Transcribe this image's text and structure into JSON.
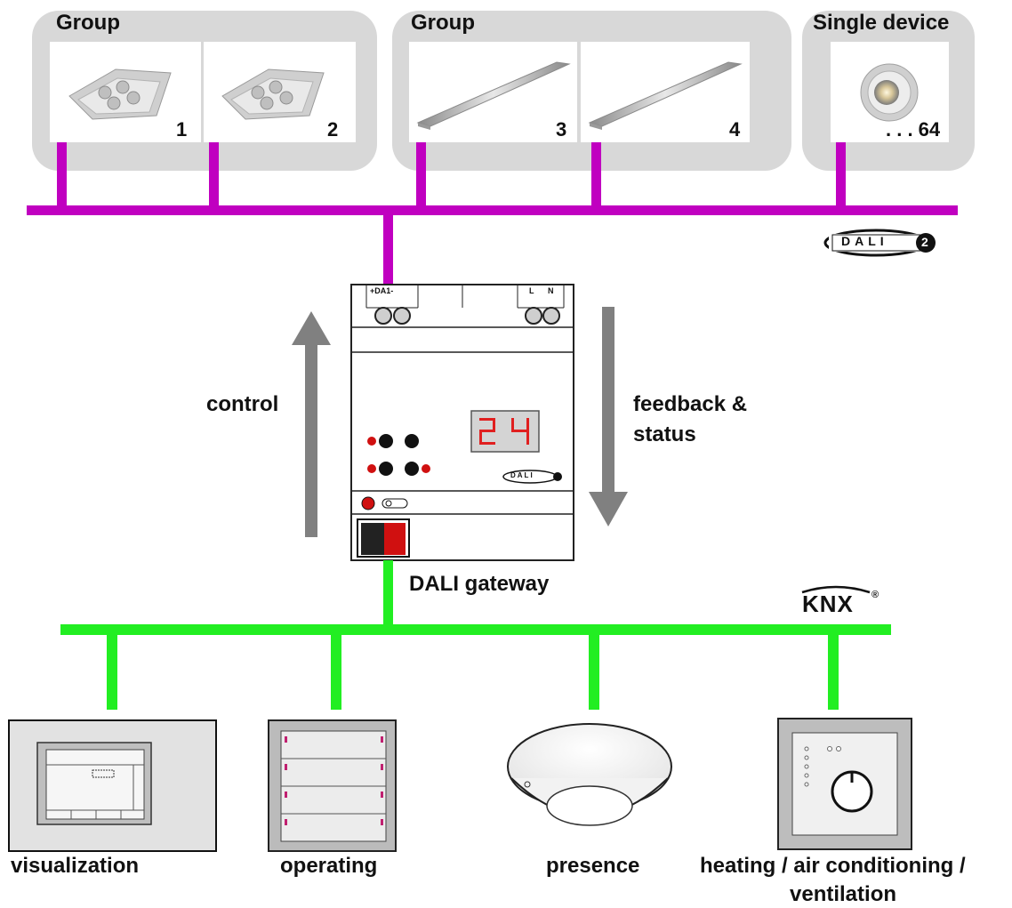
{
  "dali_bus": {
    "groups": [
      {
        "title": "Group",
        "devices": [
          {
            "number": "1"
          },
          {
            "number": "2"
          }
        ]
      },
      {
        "title": "Group",
        "devices": [
          {
            "number": "3"
          },
          {
            "number": "4"
          }
        ]
      },
      {
        "title": "Single device",
        "devices": [
          {
            "number": ". . . 64"
          }
        ]
      }
    ],
    "logo": {
      "text": "DALI",
      "suffix": "2"
    },
    "bus_color": "#c000c0"
  },
  "gateway": {
    "name": "DALI gateway",
    "terminal_left": "+DA1-",
    "terminal_right_l": "L",
    "terminal_right_n": "N",
    "display_value": "24",
    "badge": "DALI"
  },
  "flows": {
    "up_label": "control",
    "down_label_line1": "feedback &",
    "down_label_line2": "status",
    "arrow_color": "#808080"
  },
  "knx_bus": {
    "logo": "KNX",
    "registered": "®",
    "bus_color": "#22ee22",
    "devices": [
      {
        "label": "visualization",
        "icon": "touch-panel-icon"
      },
      {
        "label": "operating",
        "icon": "push-button-icon"
      },
      {
        "label": "presence",
        "icon": "presence-detector-icon"
      },
      {
        "label_line1": "heating / air conditioning /",
        "label_line2": "ventilation",
        "icon": "room-controller-icon"
      }
    ]
  }
}
